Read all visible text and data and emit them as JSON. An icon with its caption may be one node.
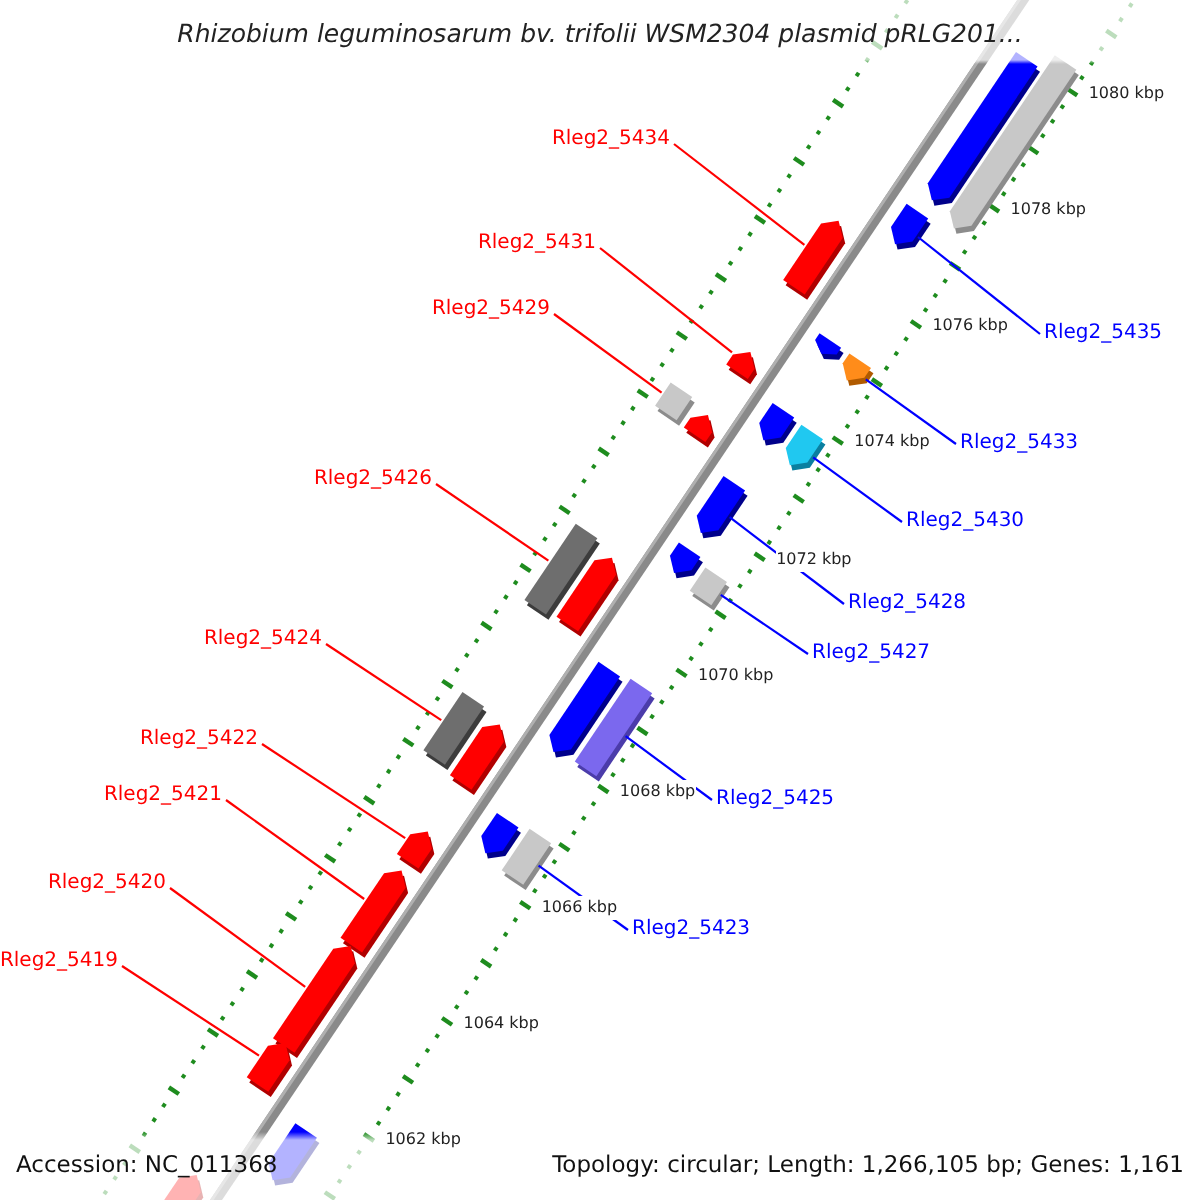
{
  "diagram": {
    "title": "Rhizobium leguminosarum bv. trifolii WSM2304 plasmid pRLG201...",
    "nodes": [
      {
        "text": [
          "Rleg2_5434"
        ]
      },
      {
        "text": [
          "Rleg2_5431"
        ]
      },
      {
        "text": [
          "Rleg2_5429"
        ]
      },
      {
        "text": [
          "Rleg2_5426"
        ]
      },
      {
        "text": [
          "Rleg2_5424"
        ]
      },
      {
        "text": [
          "Rleg2_5422"
        ]
      },
      {
        "text": [
          "Rleg2_5421"
        ]
      },
      {
        "text": [
          "Rleg2_5420"
        ]
      },
      {
        "text": [
          "Rleg2_5419"
        ]
      },
      {
        "text": [
          "Rleg2_5435"
        ]
      },
      {
        "text": [
          "Rleg2_5433"
        ]
      },
      {
        "text": [
          "Rleg2_5430"
        ]
      },
      {
        "text": [
          "Rleg2_5428"
        ]
      },
      {
        "text": [
          "Rleg2_5427"
        ]
      },
      {
        "text": [
          "Rleg2_5425"
        ]
      },
      {
        "text": [
          "Rleg2_5423"
        ]
      },
      {
        "text": [],
        "shape": "bar"
      },
      {
        "text": [],
        "shape": "bar"
      },
      {
        "text": [],
        "shape": "bar"
      },
      {
        "text": [],
        "shape": "bar"
      },
      {
        "text": [],
        "shape": "bar"
      },
      {
        "text": [],
        "shape": "bar"
      },
      {
        "text": [],
        "shape": "bar"
      },
      {
        "text": [],
        "shape": "bar"
      },
      {
        "text": [],
        "shape": "bar"
      },
      {
        "text": [],
        "shape": "bar"
      },
      {
        "text": [],
        "shape": "bar"
      },
      {
        "text": [],
        "shape": "bar"
      },
      {
        "text": [],
        "shape": "bar"
      },
      {
        "text": [],
        "shape": "bar"
      },
      {
        "text": [],
        "shape": "bar"
      },
      {
        "text": [],
        "shape": "bar"
      },
      {
        "text": [],
        "shape": "bar"
      },
      {
        "text": [],
        "shape": "bar"
      },
      {
        "text": [],
        "shape": "bar"
      },
      {
        "text": [],
        "shape": "bar"
      },
      {
        "text": [],
        "shape": "bar"
      },
      {
        "text": [],
        "shape": "bar"
      },
      {
        "text": [],
        "shape": "bar"
      },
      {
        "text": [],
        "shape": "bar"
      },
      {
        "text": [],
        "shape": "bar"
      },
      {
        "text": [],
        "shape": "bar"
      },
      {
        "text": [],
        "shape": "bar"
      },
      {
        "text": [],
        "shape": "bar"
      }
    ],
    "edges": [
      {
        "from": 0,
        "to": 19,
        "arrow": "none"
      },
      {
        "from": 1,
        "to": 22,
        "arrow": "none"
      },
      {
        "from": 2,
        "to": 25,
        "arrow": "none"
      },
      {
        "from": 3,
        "to": 30,
        "arrow": "none"
      },
      {
        "from": 4,
        "to": 34,
        "arrow": "none"
      },
      {
        "from": 5,
        "to": 38,
        "arrow": "none"
      },
      {
        "from": 6,
        "to": 39,
        "arrow": "none"
      },
      {
        "from": 7,
        "to": 40,
        "arrow": "none"
      },
      {
        "from": 8,
        "to": 41,
        "arrow": "none"
      },
      {
        "from": 9,
        "to": 18,
        "arrow": "none",
        "color": "#0000ff"
      },
      {
        "from": 10,
        "to": 21,
        "arrow": "none",
        "color": "#0000ff"
      },
      {
        "from": 11,
        "to": 24,
        "arrow": "none",
        "color": "#0000ff"
      },
      {
        "from": 12,
        "to": 27,
        "arrow": "none",
        "color": "#0000ff"
      },
      {
        "from": 13,
        "to": 29,
        "arrow": "none",
        "color": "#0000ff"
      },
      {
        "from": 14,
        "to": 33,
        "arrow": "none",
        "color": "#0000ff"
      },
      {
        "from": 15,
        "to": 37,
        "arrow": "none",
        "color": "#0000ff"
      }
    ],
    "labels": [
      "1080 kbp",
      "1078 kbp",
      "1076 kbp",
      "1074 kbp",
      "1072 kbp",
      "1070 kbp",
      "1068 kbp",
      "1066 kbp",
      "1064 kbp",
      "1062 kbp",
      "Accession: NC_011368",
      "Topology: circular; Length: 1,266,105 bp; Genes: 1,161"
    ]
  }
}
